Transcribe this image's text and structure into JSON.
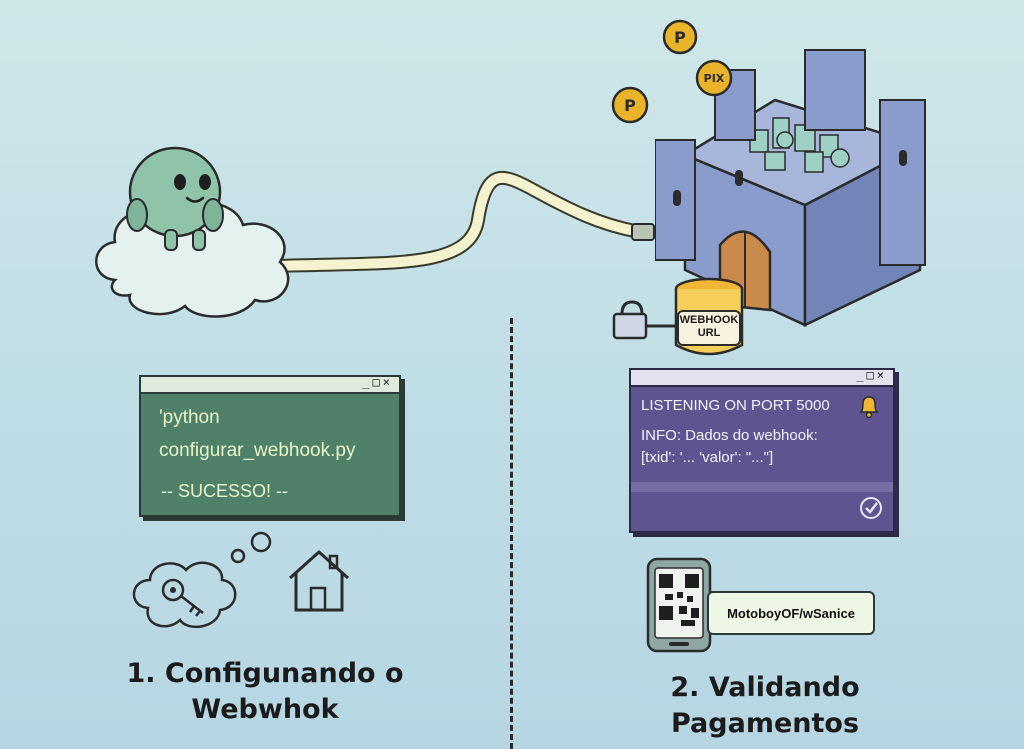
{
  "left_terminal": {
    "line1": "'python",
    "line2": "configurar_webhook.py",
    "line3": "-- SUCESSO! --"
  },
  "right_terminal": {
    "line1": "LISTENING ON PORT 5000",
    "line2": "INFO: Dados do webhook:",
    "line3": "[txid': '... 'valor': \"...\"]"
  },
  "webhook_jar": {
    "line1": "WEBHOOK",
    "line2": "URL"
  },
  "coin_labels": [
    "P",
    "PIX",
    "P"
  ],
  "phone_badge": "MotoboyOF/wSanice",
  "captions": {
    "left_line1": "1. Configunando o",
    "left_line2": "Webwhok",
    "right_line1": "2. Validando",
    "right_line2": "Pagamentos"
  },
  "window_controls": "_□×",
  "colors": {
    "left_terminal_bg": "#4e806a",
    "right_terminal_bg": "#5e5590",
    "castle_stone": "#7f93c2",
    "coin_gold": "#e9b32a"
  }
}
